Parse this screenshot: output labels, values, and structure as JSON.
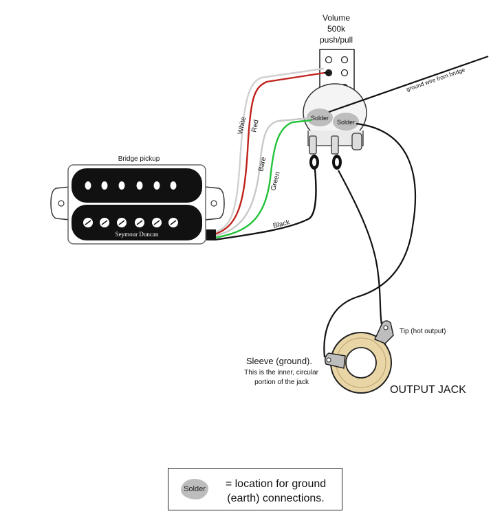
{
  "volume_pot": {
    "title": "Volume",
    "value": "500k",
    "type": "push/pull",
    "solder_left": "Solder",
    "solder_right": "Solder"
  },
  "ground_wire_label": "ground wire from bridge",
  "pickup": {
    "title": "Bridge pickup",
    "brand": "Seymour Duncan"
  },
  "wires": {
    "white": "White",
    "red": "Red",
    "bare": "Bare",
    "green": "Green",
    "black": "Black"
  },
  "jack": {
    "title": "OUTPUT JACK",
    "tip_label": "Tip (hot output)",
    "sleeve_label": "Sleeve (ground).",
    "sleeve_note_line1": "This is the inner, circular",
    "sleeve_note_line2": "portion of the jack"
  },
  "legend": {
    "symbol_label": "Solder",
    "text_line1": "= location for ground",
    "text_line2": "(earth) connections."
  },
  "colors": {
    "white_wire": "#d0d0d0",
    "red_wire": "#c0221c",
    "bare_wire": "#c8c8c8",
    "green_wire": "#22c238",
    "black_wire": "#111111",
    "solder": "#bdbdbd",
    "jack_ring": "#e9d6a6"
  }
}
